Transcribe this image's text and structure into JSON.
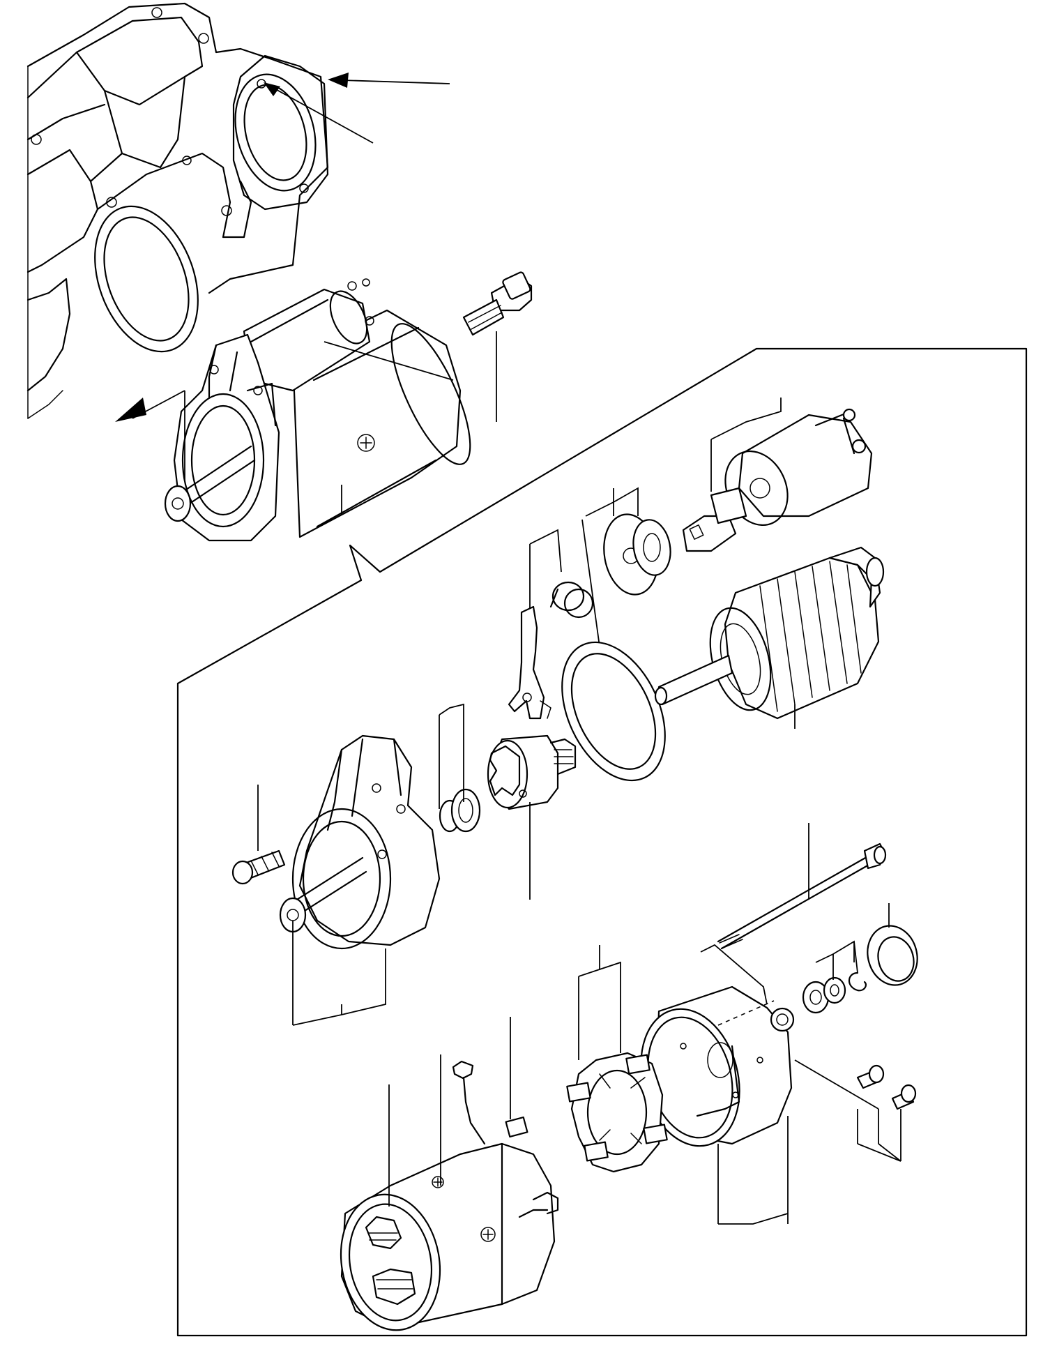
{
  "diagram": {
    "parts": [
      "engine-flywheel-housing",
      "starter-motor-assembly",
      "starter-mounting-bolt",
      "magnetic-switch",
      "plunger",
      "solenoid-spring",
      "shift-lever-spring",
      "shift-lever",
      "packing",
      "armature",
      "drive-housing-bolt",
      "drive-end-frame",
      "pinion-stop-ring",
      "overrunning-clutch",
      "through-bolt",
      "end-cover",
      "washer-set",
      "rear-end-frame",
      "screw-set",
      "brush-holder",
      "yoke",
      "field-coil",
      "brush"
    ],
    "icons": [
      "arrow-icon"
    ]
  }
}
